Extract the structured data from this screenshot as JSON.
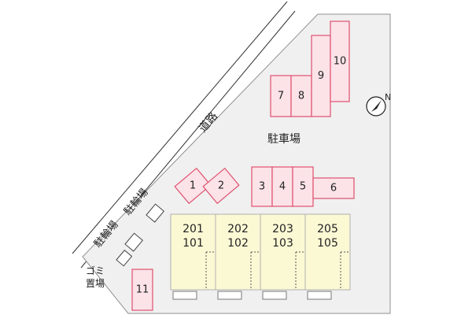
{
  "colors": {
    "lot_fill": "#f0f0f0",
    "lot_stroke": "#909090",
    "space_fill": "#fbe3e8",
    "space_stroke": "#e0506e",
    "unit_fill": "#fbf9d4",
    "unit_stroke": "#b0b0b0",
    "text": "#222222"
  },
  "labels": {
    "road": "道路",
    "parking": "駐車場",
    "bike_parking_1": "駐輪場",
    "bike_parking_2": "駐輪場",
    "garbage": "ゴミ置場"
  },
  "parking_spaces": [
    "1",
    "2",
    "3",
    "4",
    "5",
    "6",
    "7",
    "8",
    "9",
    "10",
    "11"
  ],
  "units": [
    {
      "upper": "201",
      "lower": "101"
    },
    {
      "upper": "202",
      "lower": "102"
    },
    {
      "upper": "203",
      "lower": "103"
    },
    {
      "upper": "205",
      "lower": "105"
    }
  ],
  "compass": {
    "icon": "north-arrow-icon",
    "direction": "N"
  }
}
